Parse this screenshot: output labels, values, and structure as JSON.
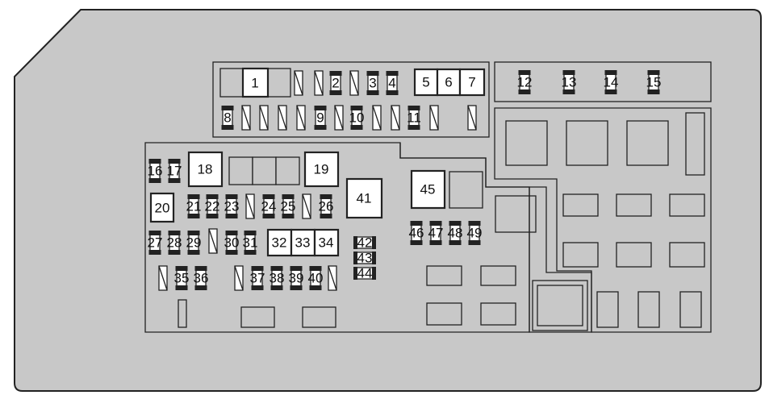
{
  "colors": {
    "panel": "#c8c8c8",
    "line": "#222222",
    "box_fill": "#ffffff",
    "background": "#ffffff"
  },
  "fuses": {
    "f1": "1",
    "f2": "2",
    "f3": "3",
    "f4": "4",
    "f5": "5",
    "f6": "6",
    "f7": "7",
    "f8": "8",
    "f9": "9",
    "f10": "10",
    "f11": "11",
    "f12": "12",
    "f13": "13",
    "f14": "14",
    "f15": "15",
    "f16": "16",
    "f17": "17",
    "f18": "18",
    "f19": "19",
    "f20": "20",
    "f21": "21",
    "f22": "22",
    "f23": "23",
    "f24": "24",
    "f25": "25",
    "f26": "26",
    "f27": "27",
    "f28": "28",
    "f29": "29",
    "f30": "30",
    "f31": "31",
    "f32": "32",
    "f33": "33",
    "f34": "34",
    "f35": "35",
    "f36": "36",
    "f37": "37",
    "f38": "38",
    "f39": "39",
    "f40": "40",
    "f41": "41",
    "f42": "42",
    "f43": "43",
    "f44": "44",
    "f45": "45",
    "f46": "46",
    "f47": "47",
    "f48": "48",
    "f49": "49"
  }
}
